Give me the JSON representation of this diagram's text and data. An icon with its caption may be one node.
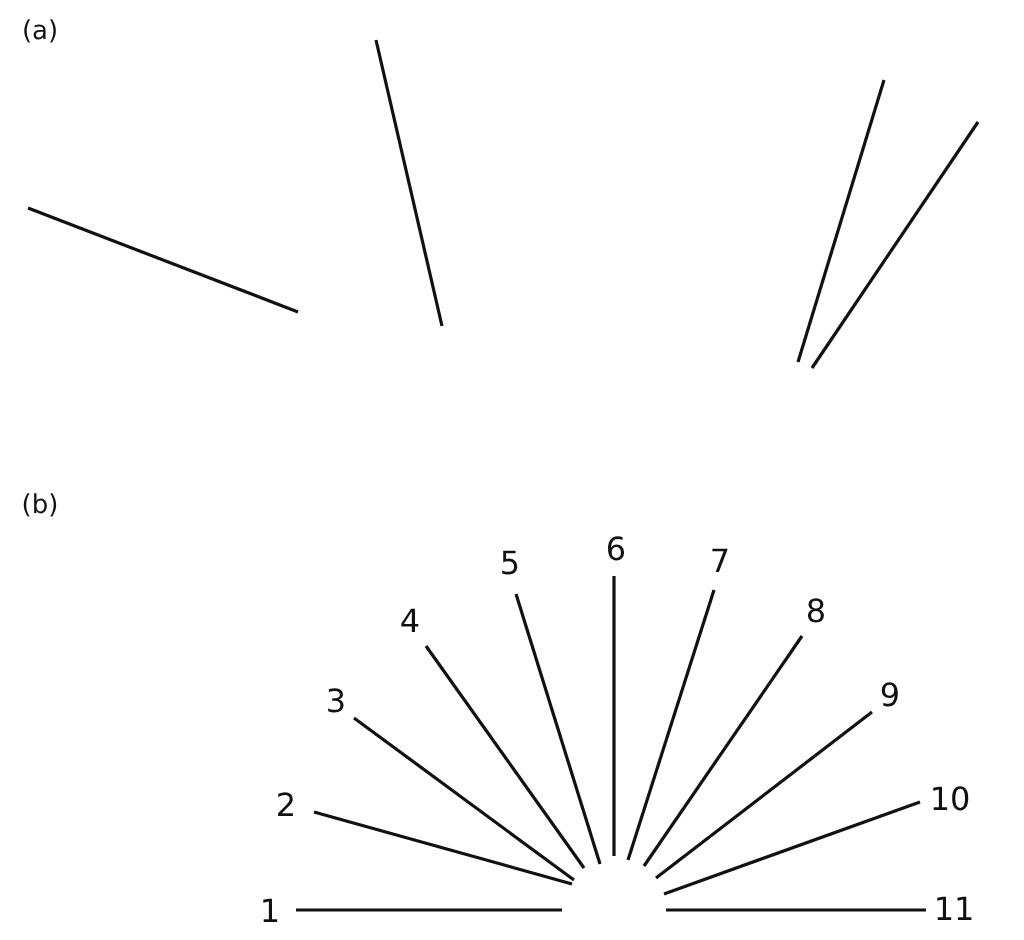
{
  "diagram": {
    "labels": [
      "(a)",
      "(b)",
      "1",
      "2",
      "3",
      "4",
      "5",
      "6",
      "7",
      "8",
      "9",
      "10",
      "11"
    ]
  }
}
